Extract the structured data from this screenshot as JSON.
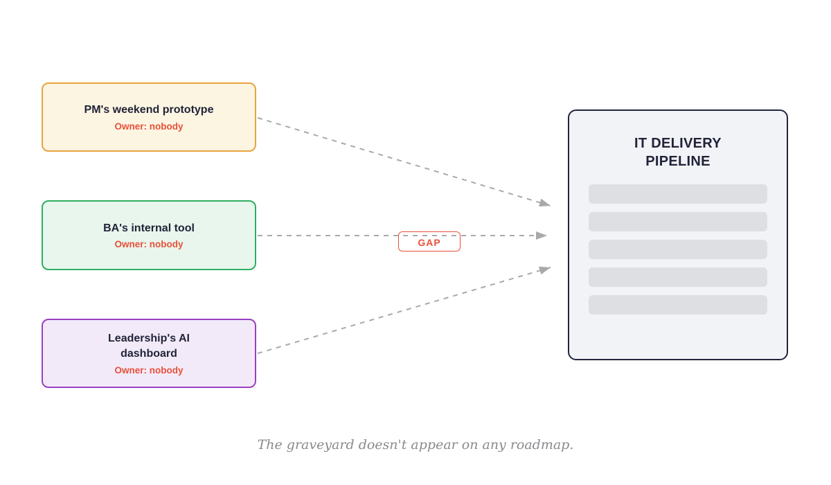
{
  "page": {
    "background": "#ffffff",
    "caption": "The graveyard doesn't appear on any roadmap."
  },
  "sources": [
    {
      "title": "PM's weekend prototype",
      "owner": "Owner: nobody",
      "fill": "#FCF5E2",
      "border": "#E8A33D"
    },
    {
      "title": "BA's internal tool",
      "owner": "Owner: nobody",
      "fill": "#E8F6ED",
      "border": "#2FAE60"
    },
    {
      "title": "Leadership's AI\ndashboard",
      "owner": "Owner: nobody",
      "fill": "#F3EAF9",
      "border": "#9A3FC0"
    }
  ],
  "pipeline": {
    "title": "IT DELIVERY\nPIPELINE",
    "fill": "#F2F3F7",
    "border": "#22243C",
    "bar_color": "#DEDFE3",
    "placeholder_rows": 5
  },
  "gap_badge": {
    "label": "GAP",
    "color": "#E8503A",
    "fill": "#ffffff"
  },
  "arrows": {
    "color": "#A8A9AB",
    "style": "dashed"
  },
  "text_colors": {
    "heading": "#212338",
    "owner": "#E8503A",
    "caption": "#8A8A8E"
  }
}
